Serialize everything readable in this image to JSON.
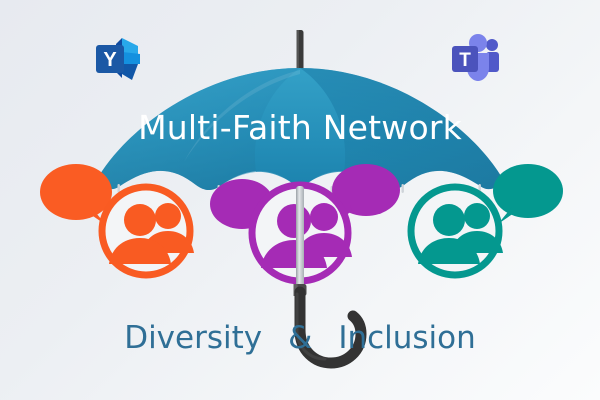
{
  "graphic": {
    "title": "Multi-Faith Network",
    "tagline": {
      "first_word": "Diversity",
      "ampersand": "&",
      "second_word": "Inclusion"
    },
    "background": {
      "color_start": "#e7eaf0",
      "color_end": "#fbfcfd"
    },
    "umbrella": {
      "name": "umbrella",
      "canopy_color": "#1d7fab",
      "canopy_color_dark": "#17678c",
      "canopy_color_light": "#3aa3cb",
      "shaft_color": "#b9bec4",
      "handle_color": "#333333",
      "label_color": "#ffffff"
    },
    "groups": [
      {
        "name": "group-orange",
        "label_color": "#f95b22",
        "circle_color": "#f95b22",
        "icon": "people-icon",
        "bubble": "speech-bubble-orange",
        "bubble_color": "#fa5c23"
      },
      {
        "name": "group-purple",
        "label_color": "#a52bb5",
        "circle_color": "#a52bb5",
        "icon": "people-icon",
        "bubble": "speech-bubble-purple",
        "bubble_color": "#a52bb5"
      },
      {
        "name": "group-teal",
        "label_color": "#04988f",
        "circle_color": "#04988f",
        "icon": "people-icon",
        "bubble": "speech-bubble-teal",
        "bubble_color": "#04988f"
      }
    ],
    "app_icons": [
      {
        "name": "yammer-icon",
        "letter": "Y",
        "color_tile": "#1b58a5",
        "color_accent": "#2f8fd6"
      },
      {
        "name": "teams-icon",
        "letter": "T",
        "color_tile": "#4b53bc",
        "color_accent": "#7b83eb"
      }
    ]
  },
  "chart_data": {
    "type": "diagram",
    "title": "Multi-Faith Network",
    "subtitle": "Diversity & Inclusion",
    "elements": [
      "umbrella",
      "people-group-orange",
      "people-group-purple",
      "people-group-teal",
      "speech-bubble-orange",
      "speech-bubble-purple-left",
      "speech-bubble-purple-right",
      "speech-bubble-teal",
      "yammer-icon",
      "teams-icon"
    ]
  }
}
